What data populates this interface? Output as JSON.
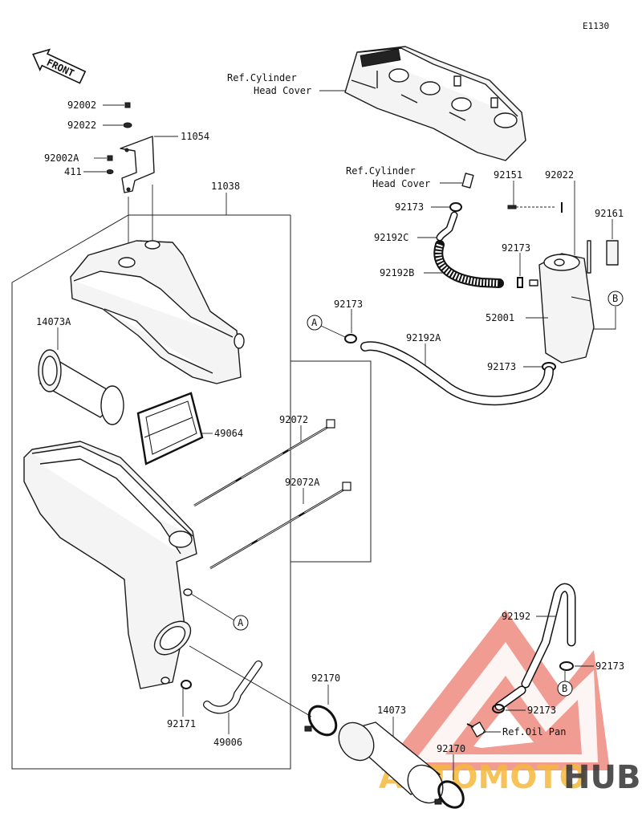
{
  "diagram_code": "E1130",
  "front_label": "FRONT",
  "callouts": {
    "ref_cyl_head_cover_top": [
      "Ref.Cylinder",
      "Head Cover"
    ],
    "ref_cyl_head_cover_mid": [
      "Ref.Cylinder",
      "Head Cover"
    ],
    "ref_oil_pan": "Ref.Oil Pan"
  },
  "parts": {
    "p92002": "92002",
    "p92022_left": "92022",
    "p11054": "11054",
    "p92002a": "92002A",
    "p411": "411",
    "p11038": "11038",
    "p14073a": "14073A",
    "p49064": "49064",
    "p92072": "92072",
    "p92072a": "92072A",
    "p92173_top": "92173",
    "p92192c": "92192C",
    "p92192b": "92192B",
    "p92151": "92151",
    "p92022_right": "92022",
    "p92161": "92161",
    "p92173_mid": "92173",
    "p52001": "52001",
    "p92173_a": "92173",
    "p92192a": "92192A",
    "p92173_low": "92173",
    "p92192": "92192",
    "p92173_b": "92173",
    "p92173_oil": "92173",
    "p92170_a": "92170",
    "p92170_b": "92170",
    "p14073": "14073",
    "p92171": "92171",
    "p49006": "49006"
  },
  "markers": {
    "a1": "A",
    "a2": "A",
    "b1": "B",
    "b2": "B"
  },
  "watermark": {
    "part1": "AUTOMOTO",
    "part2": "HUB",
    "color1": "#f6b93b",
    "color2": "#333333",
    "logo_color": "#e74c3c"
  }
}
